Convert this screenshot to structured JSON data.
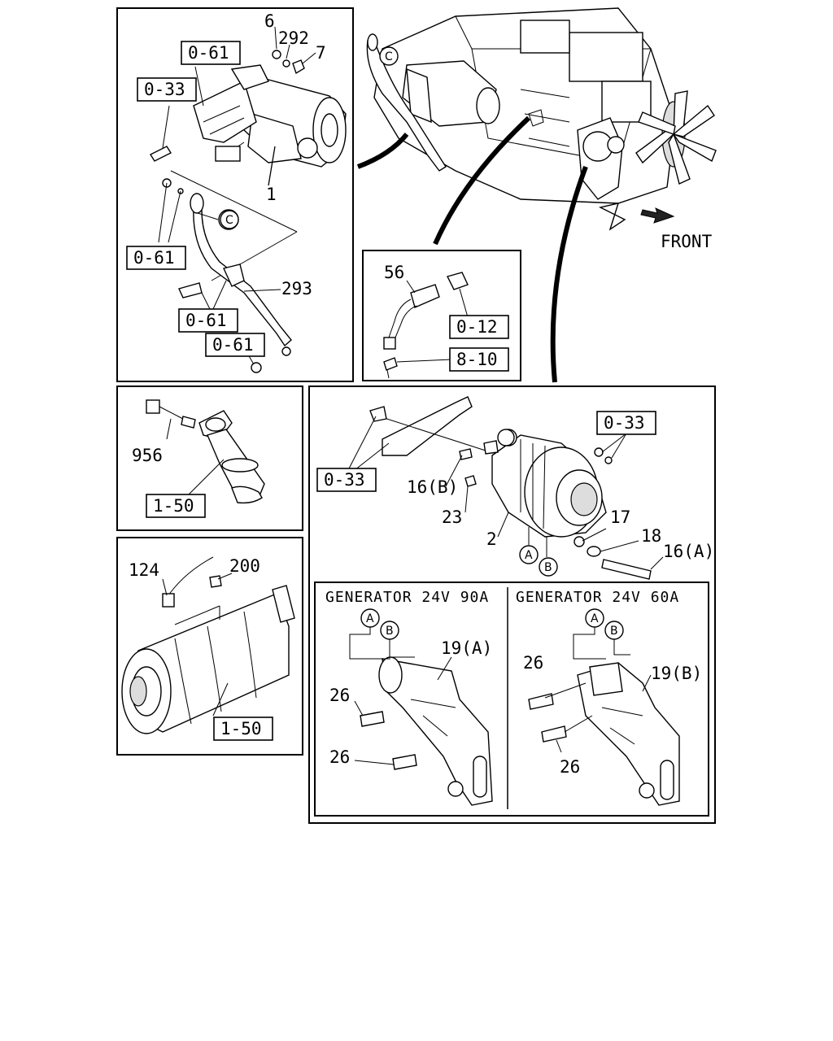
{
  "direction_label": "FRONT",
  "callouts": {
    "c6": "6",
    "c292": "292",
    "c7": "7",
    "c1": "1",
    "c293": "293",
    "c56": "56",
    "c956": "956",
    "c124": "124",
    "c200": "200",
    "c16b": "16(B)",
    "c23": "23",
    "c2": "2",
    "c17": "17",
    "c18": "18",
    "c16a": "16(A)",
    "c19a": "19(A)",
    "c19b": "19(B)",
    "c26_1": "26",
    "c26_2": "26",
    "c26_3": "26",
    "c26_4": "26"
  },
  "refs": {
    "r061_top": "0-61",
    "r033_left": "0-33",
    "r061_mid": "0-61",
    "r061_low": "0-61",
    "r061_bot": "0-61",
    "r012": "0-12",
    "r810": "8-10",
    "r150_a": "1-50",
    "r150_b": "1-50",
    "r033_gen_right": "0-33",
    "r033_gen_left": "0-33"
  },
  "markers": {
    "c_top": "C",
    "c_engine": "C",
    "a_gen": "A",
    "b_gen": "B",
    "a_90": "A",
    "b_90": "B",
    "a_60": "A",
    "b_60": "B"
  },
  "headers": {
    "gen90": "GENERATOR 24V 90A",
    "gen60": "GENERATOR 24V 60A"
  }
}
